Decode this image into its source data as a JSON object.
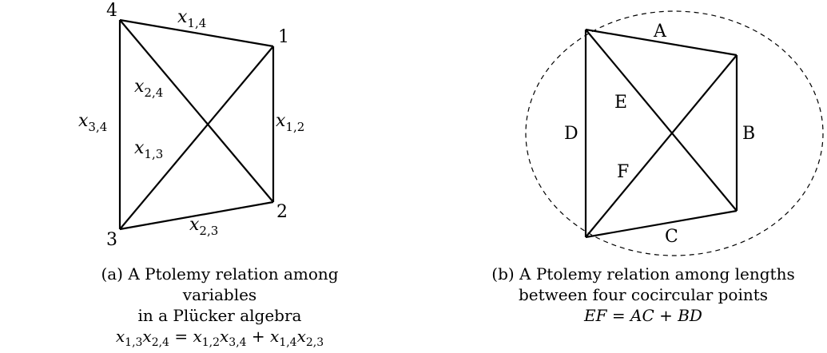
{
  "panel_a": {
    "vertices": [
      "4",
      "1",
      "2",
      "3"
    ],
    "edges": [
      {
        "base": "x",
        "sub": "1,4"
      },
      {
        "base": "x",
        "sub": "1,2"
      },
      {
        "base": "x",
        "sub": "2,3"
      },
      {
        "base": "x",
        "sub": "3,4"
      },
      {
        "base": "x",
        "sub": "2,4"
      },
      {
        "base": "x",
        "sub": "1,3"
      }
    ],
    "caption_line1": "(a) A Ptolemy relation among variables",
    "caption_line2": "in a Plücker algebra",
    "equation": "x1,3x2,4 = x1,2x3,4 + x1,4x2,3"
  },
  "panel_b": {
    "labels": [
      "A",
      "B",
      "C",
      "D",
      "E",
      "F"
    ],
    "caption_line1": "(b) A Ptolemy relation among lengths",
    "caption_line2": "between four cocircular points",
    "equation": "EF = AC + BD"
  }
}
